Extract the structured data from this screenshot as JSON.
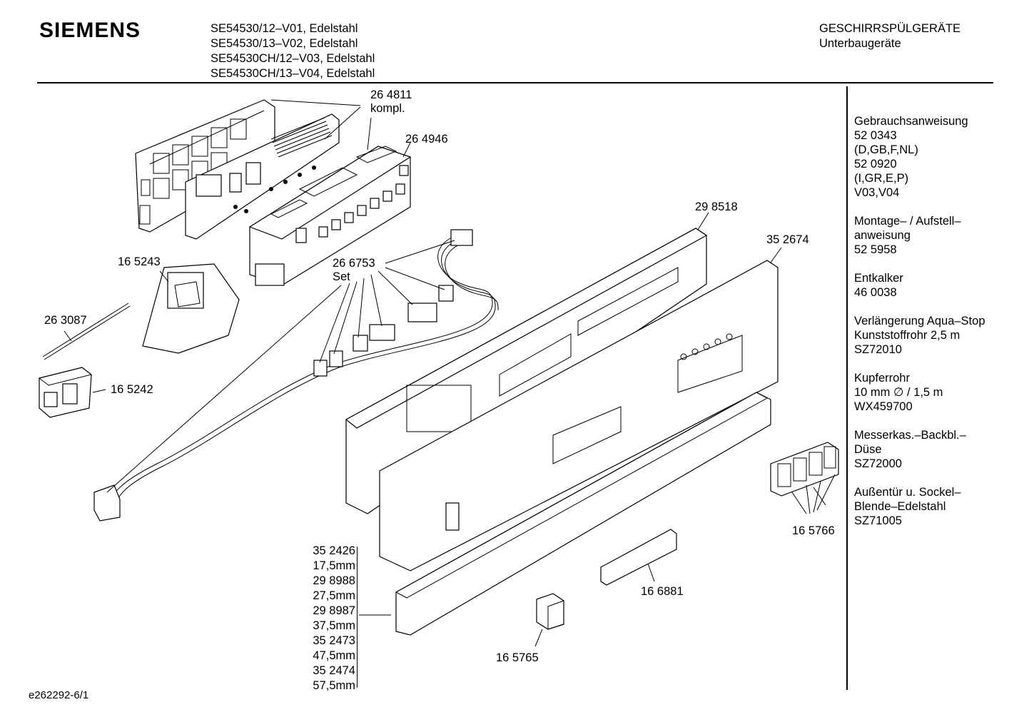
{
  "header": {
    "brand": "SIEMENS",
    "models": [
      "SE54530/12–V01, Edelstahl",
      "SE54530/13–V02, Edelstahl",
      "SE54530CH/12–V03, Edelstahl",
      "SE54530CH/13–V04, Edelstahl"
    ],
    "category": "GESCHIRRSPÜLGERÄTE",
    "subcategory": "Unterbaugeräte"
  },
  "sidebar": {
    "groups": [
      [
        "Gebrauchsanweisung",
        "52 0343",
        "(D,GB,F,NL)",
        "52 0920",
        "(I,GR,E,P)",
        "V03,V04"
      ],
      [
        "Montage– / Aufstell–",
        "anweisung",
        "52 5958"
      ],
      [
        "Entkalker",
        "46 0038"
      ],
      [
        "Verlängerung Aqua–Stop",
        "Kunststoffrohr 2,5 m",
        "SZ72010"
      ],
      [
        "Kupferrohr",
        "10 mm ∅ / 1,5 m",
        "WX459700"
      ],
      [
        "Messerkas.–Backbl.–",
        "Düse",
        "SZ72000"
      ],
      [
        "Außentür u. Sockel–",
        "Blende–Edelstahl",
        "SZ71005"
      ]
    ]
  },
  "parts": {
    "p264811": "26 4811",
    "p264811_note": "kompl.",
    "p264946": "26 4946",
    "p298518": "29 8518",
    "p352674": "35 2674",
    "p165243": "16 5243",
    "p266753": "26 6753",
    "p266753_note": "Set",
    "p263087": "26 3087",
    "p165242": "16 5242",
    "p165766": "16 5766",
    "p166881": "16 6881",
    "p165765": "16 5765"
  },
  "panel_variants": [
    "35 2426",
    "17,5mm",
    "29 8988",
    "27,5mm",
    "29 8987",
    "37,5mm",
    "35 2473",
    "47,5mm",
    "35 2474",
    "57,5mm"
  ],
  "footer": {
    "drawing_id": "e262292-6/1"
  }
}
